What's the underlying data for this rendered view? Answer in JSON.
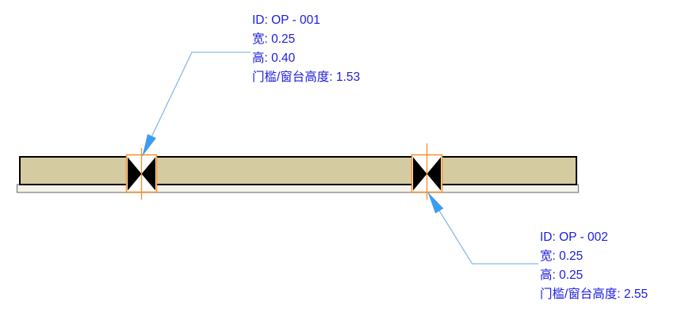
{
  "view": {
    "type": "wall-plan-view-with-opening-tags",
    "background": "#ffffff"
  },
  "colors": {
    "annotation_text": "#1c1cdf",
    "leader_line": "#8cb8e6",
    "leader_arrow": "#3c9cf0",
    "wall_fill": "#d5cba1",
    "wall_outline": "#000000",
    "wall_finish_layer_fill": "#f5f2ea",
    "wall_finish_layer_outline": "#7f7f7f",
    "opening_highlight": "#f78f28",
    "opening_symbol": "#000000"
  },
  "openings": [
    {
      "id": "OP - 001",
      "width": "0.25",
      "height": "0.40",
      "sill_height": "1.53",
      "labels": {
        "id": "ID: OP - 001",
        "width": "宽: 0.25",
        "height": "高: 0.40",
        "sill": "门槛/窗台高度: 1.53"
      }
    },
    {
      "id": "OP - 002",
      "width": "0.25",
      "height": "0.25",
      "sill_height": "2.55",
      "labels": {
        "id": "ID: OP - 002",
        "width": "宽: 0.25",
        "height": "高: 0.25",
        "sill": "门槛/窗台高度: 2.55"
      }
    }
  ]
}
